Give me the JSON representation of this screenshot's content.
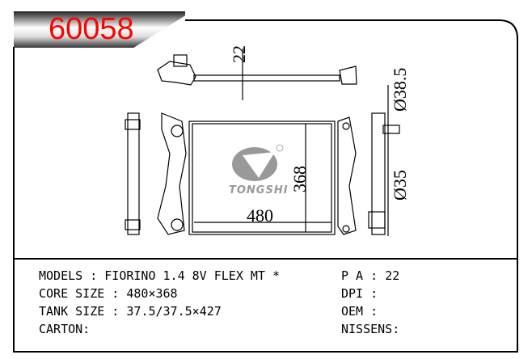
{
  "header": {
    "part_number": "60058"
  },
  "drawing": {
    "dimensions": {
      "top_depth": "22",
      "height": "368",
      "width": "480",
      "inlet_diameter": "Ø38.5",
      "outlet_diameter": "Ø35"
    },
    "logo": {
      "brand": "TONGSHI",
      "registered": "®"
    }
  },
  "specs": {
    "models": {
      "label": "MODELS",
      "value": "FIORINO 1.4 8V FLEX MT *"
    },
    "core_size": {
      "label": "CORE SIZE",
      "value": "480×368"
    },
    "tank_size": {
      "label": "TANK SIZE",
      "value": "37.5/37.5×427"
    },
    "carton": {
      "label": "CARTON:"
    },
    "pa": {
      "label": "P A",
      "value": "22"
    },
    "dpi": {
      "label": "DPI"
    },
    "oem": {
      "label": "OEM"
    },
    "nissens": {
      "label": "NISSENS:"
    }
  },
  "colors": {
    "part_number": "#ff0000",
    "logo": "#999999"
  }
}
